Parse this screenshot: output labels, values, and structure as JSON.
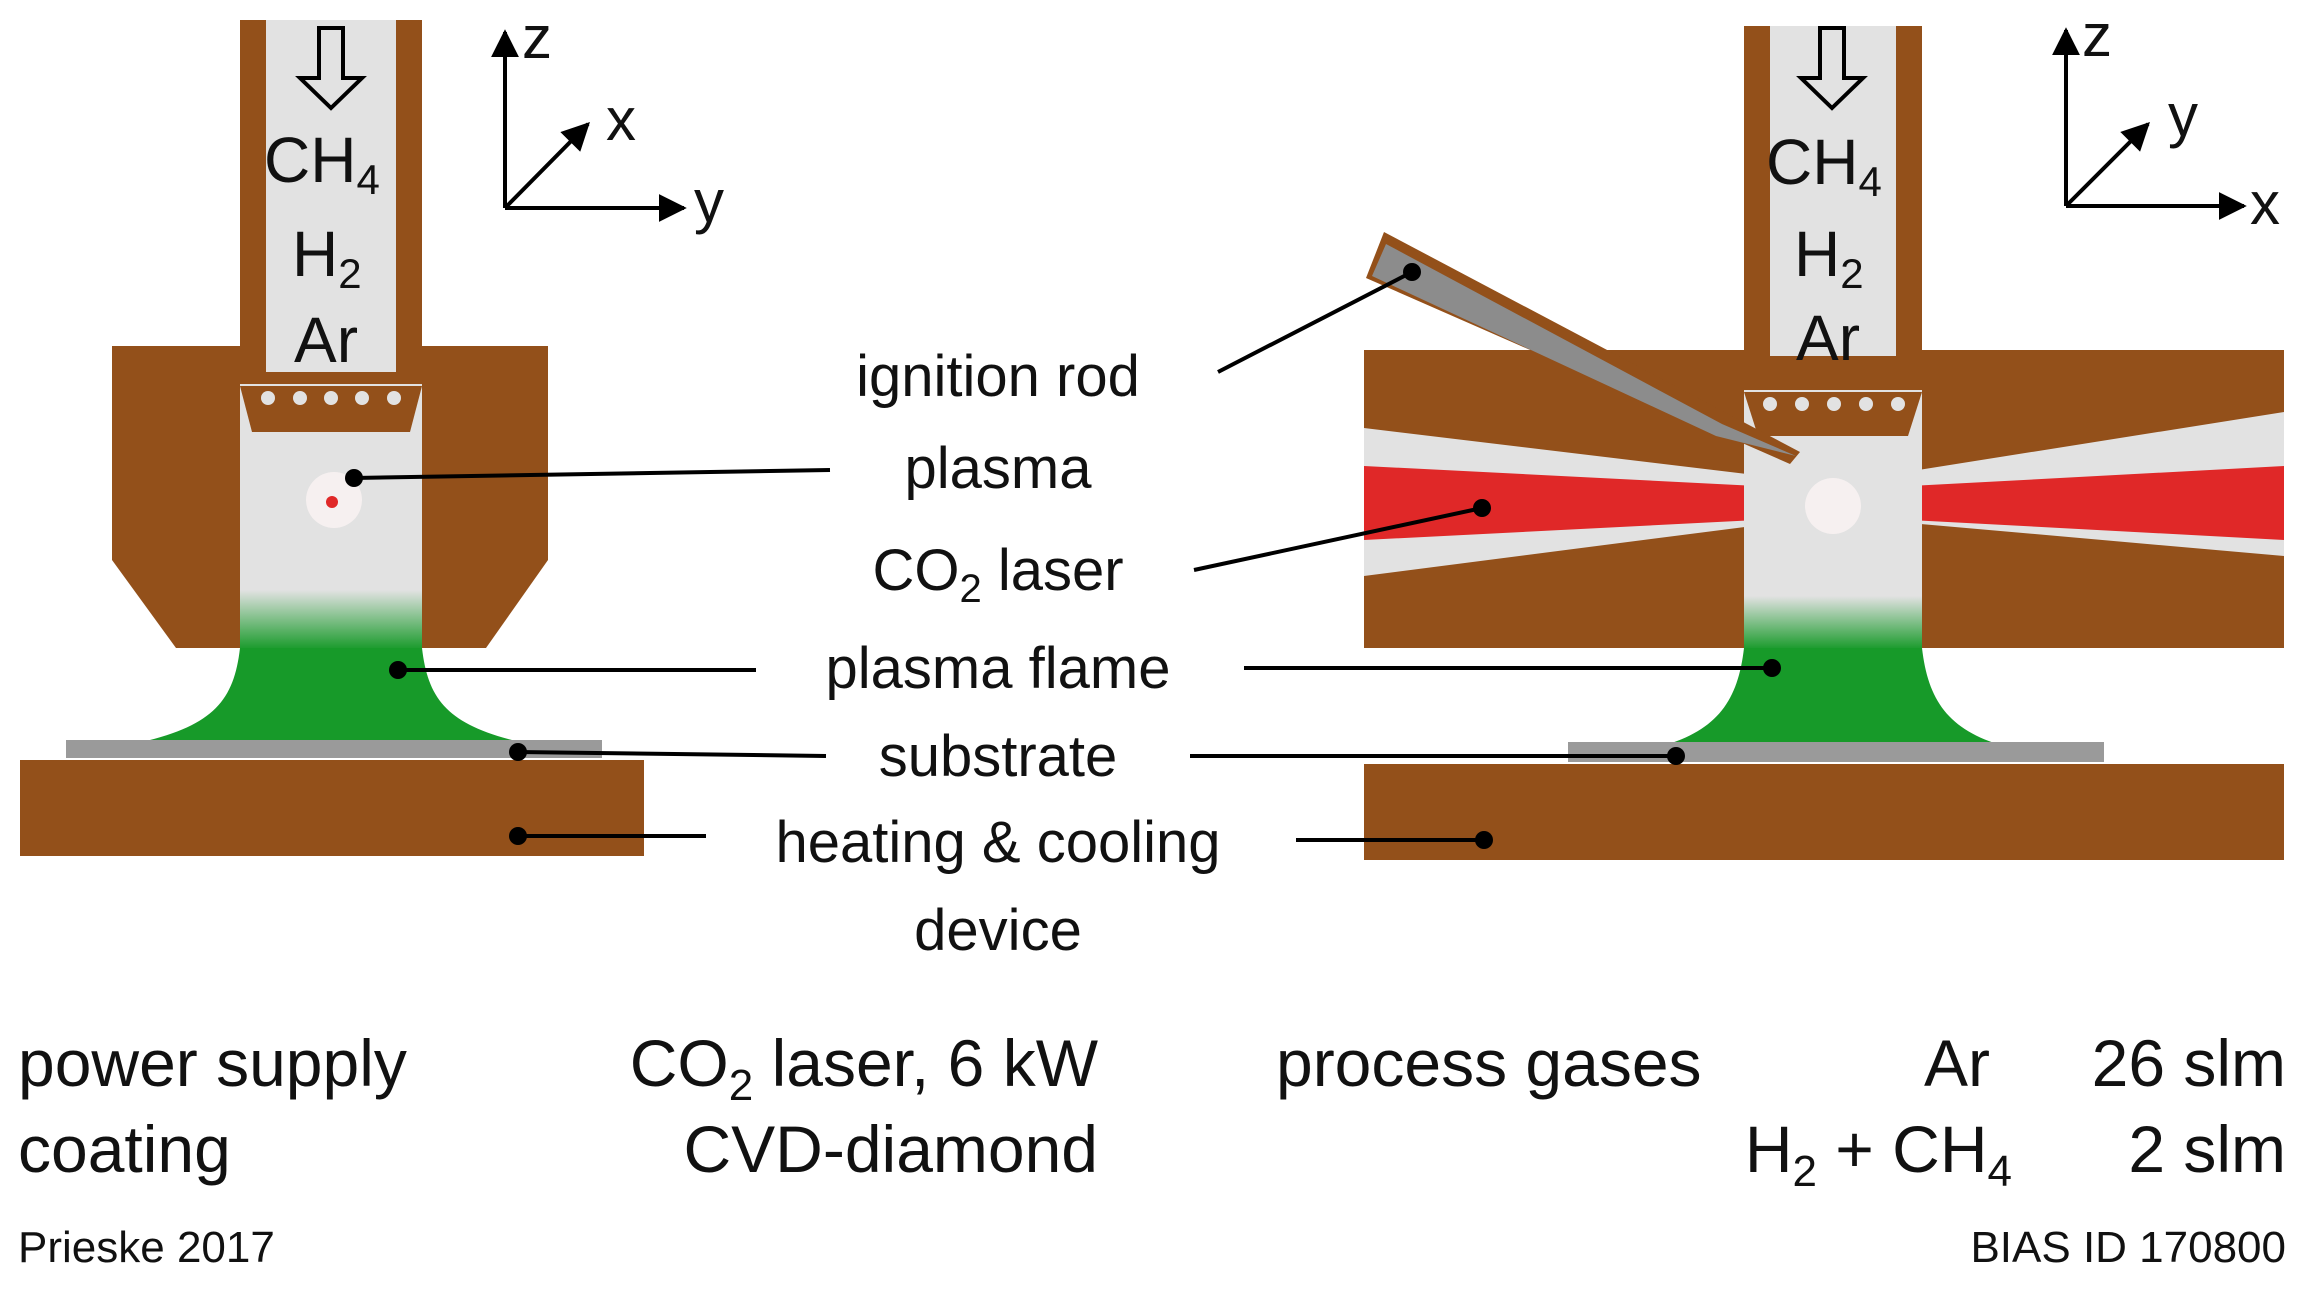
{
  "colors": {
    "housing": "#93501a",
    "gas_channel": "#e2e2e2",
    "plasma_flame": "#179a29",
    "laser_beam": "#e02828",
    "substrate": "#9a9a9a",
    "ignition_rod": "#8c8c8c",
    "plasma_glow": "#f6f0f0"
  },
  "labels": {
    "ignition_rod": "ignition rod",
    "plasma": "plasma",
    "co2_laser_co": "CO",
    "co2_laser_sub": "2",
    "co2_laser_rest": " laser",
    "plasma_flame": "plasma flame",
    "substrate": "substrate",
    "heating_cooling_line1": "heating & cooling",
    "heating_cooling_line2": "device"
  },
  "left_setup": {
    "gases": {
      "ch": "CH",
      "ch_sub": "4",
      "h": "H",
      "h_sub": "2",
      "ar": "Ar"
    },
    "axes": {
      "z": "z",
      "x": "x",
      "y": "y"
    }
  },
  "right_setup": {
    "gases": {
      "ch": "CH",
      "ch_sub": "4",
      "h": "H",
      "h_sub": "2",
      "ar": "Ar"
    },
    "axes": {
      "z": "z",
      "y": "y",
      "x": "x"
    }
  },
  "info": {
    "power_supply_label": "power supply",
    "power_supply_value_pre": "CO",
    "power_supply_value_sub": "2",
    "power_supply_value_post": " laser, 6 kW",
    "coating_label": "coating",
    "coating_value": "CVD-diamond",
    "process_gases_label": "process gases",
    "gas1_name": "Ar",
    "gas1_flow": "26 slm",
    "gas2_h": "H",
    "gas2_h_sub": "2",
    "gas2_mid": " + CH",
    "gas2_ch_sub": "4",
    "gas2_flow": "2 slm"
  },
  "footer": {
    "citation": "Prieske 2017",
    "id": "BIAS ID 170800"
  }
}
